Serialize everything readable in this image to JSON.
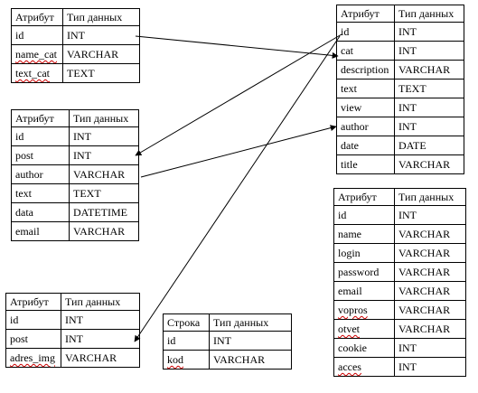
{
  "tables": {
    "t1": {
      "header": [
        "Атрибут",
        "Тип данных"
      ],
      "rows": [
        [
          "id",
          "INT"
        ],
        [
          "name_cat",
          "VARCHAR"
        ],
        [
          "text_cat",
          "TEXT"
        ]
      ]
    },
    "t2": {
      "header": [
        "Атрибут",
        "Тип данных"
      ],
      "rows": [
        [
          "id",
          "INT"
        ],
        [
          "post",
          "INT"
        ],
        [
          "author",
          "VARCHAR"
        ],
        [
          "text",
          "TEXT"
        ],
        [
          "data",
          "DATETIME"
        ],
        [
          "email",
          "VARCHAR"
        ]
      ]
    },
    "t3": {
      "header": [
        "Атрибут",
        "Тип данных"
      ],
      "rows": [
        [
          "id",
          "INT"
        ],
        [
          "cat",
          "INT"
        ],
        [
          "description",
          "VARCHAR"
        ],
        [
          "text",
          "TEXT"
        ],
        [
          "view",
          "INT"
        ],
        [
          "author",
          "INT"
        ],
        [
          "date",
          "DATE"
        ],
        [
          "title",
          "VARCHAR"
        ]
      ]
    },
    "t4": {
      "header": [
        "Атрибут",
        "Тип данных"
      ],
      "rows": [
        [
          "id",
          "INT"
        ],
        [
          "name",
          "VARCHAR"
        ],
        [
          "login",
          "VARCHAR"
        ],
        [
          "password",
          "VARCHAR"
        ],
        [
          "email",
          "VARCHAR"
        ],
        [
          "vopros",
          "VARCHAR"
        ],
        [
          "otvet",
          "VARCHAR"
        ],
        [
          "cookie",
          "INT"
        ],
        [
          "acces",
          "INT"
        ]
      ]
    },
    "t5": {
      "header": [
        "Атрибут",
        "Тип данных"
      ],
      "rows": [
        [
          "id",
          "INT"
        ],
        [
          "post",
          "INT"
        ],
        [
          "adres_img",
          "VARCHAR"
        ]
      ]
    },
    "t6": {
      "header": [
        "Строка",
        "Тип данных"
      ],
      "rows": [
        [
          "id",
          "INT"
        ],
        [
          "kod",
          "VARCHAR"
        ]
      ]
    }
  }
}
